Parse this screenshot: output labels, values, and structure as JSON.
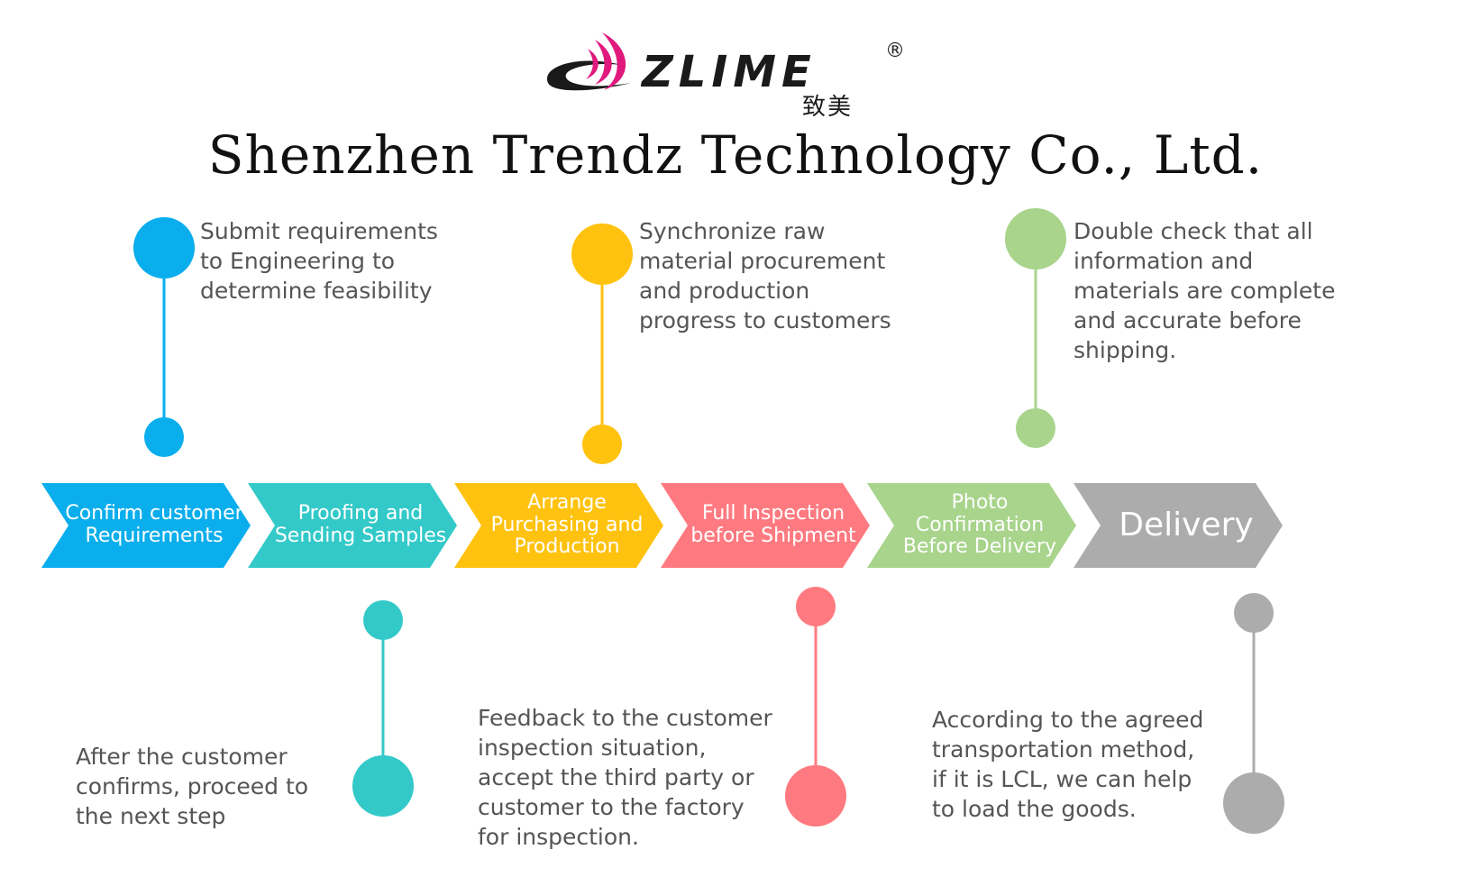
{
  "logo": {
    "brand": "ZLIME",
    "registered": "®",
    "chinese": "致美"
  },
  "title": "Shenzhen Trendz Technology Co., Ltd.",
  "steps": [
    {
      "label": "Confirm customer\nRequirements",
      "color": "#0AAEEC",
      "description": "Submit requirements\nto Engineering to\ndetermine feasibility"
    },
    {
      "label": "Proofing and\nSending Samples",
      "color": "#33C9C9",
      "description": "After the customer\nconfirms, proceed to\nthe next step"
    },
    {
      "label": "Arrange\nPurchasing and\nProduction",
      "color": "#FFC20E",
      "description": "Synchronize raw\nmaterial procurement\nand production\nprogress to customers"
    },
    {
      "label": "Full Inspection\nbefore Shipment",
      "color": "#FF7A80",
      "description": "Feedback to the customer\ninspection situation,\naccept the third party or\ncustomer to the factory\nfor inspection."
    },
    {
      "label": "Photo\nConfirmation\nBefore Delivery",
      "color": "#A8D48C",
      "description": "Double check that all\ninformation and\nmaterials are complete\nand accurate before\nshipping."
    },
    {
      "label": "Delivery",
      "color": "#ACACAC",
      "description": "According to the agreed\ntransportation method,\nif it is LCL, we can help\nto load the goods."
    }
  ]
}
